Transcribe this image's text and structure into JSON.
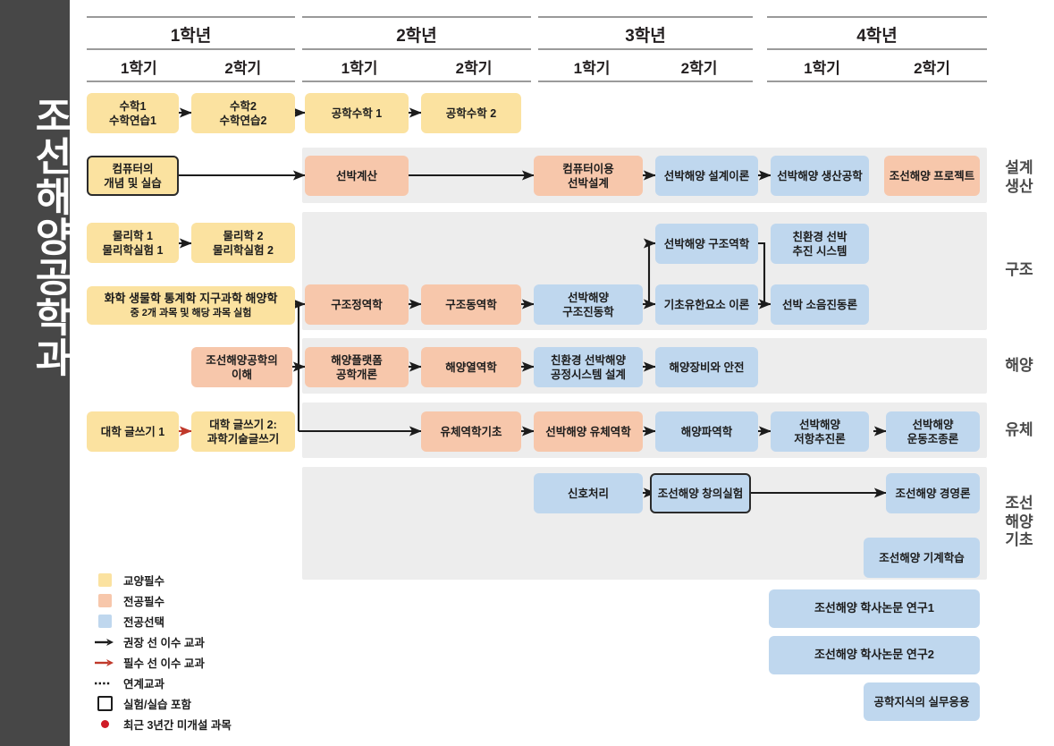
{
  "department": {
    "vertical_title": "조선해양공학과"
  },
  "header": {
    "years": [
      {
        "label": "1학년",
        "semesters": [
          "1학기",
          "2학기"
        ]
      },
      {
        "label": "2학년",
        "semesters": [
          "1학기",
          "2학기"
        ]
      },
      {
        "label": "3학년",
        "semesters": [
          "1학기",
          "2학기"
        ]
      },
      {
        "label": "4학년",
        "semesters": [
          "1학기",
          "2학기"
        ]
      }
    ]
  },
  "tracks": [
    {
      "name": "설계\n생산"
    },
    {
      "name": "구조"
    },
    {
      "name": "해양"
    },
    {
      "name": "유체"
    },
    {
      "name": "조선\n해양\n기초"
    }
  ],
  "courses": {
    "math1": {
      "label": "수학1\n수학연습1",
      "type": "교양필수"
    },
    "math2": {
      "label": "수학2\n수학연습2",
      "type": "교양필수"
    },
    "engmath1": {
      "label": "공학수학 1",
      "type": "교양필수"
    },
    "engmath2": {
      "label": "공학수학 2",
      "type": "교양필수"
    },
    "computer": {
      "label": "컴퓨터의\n개념 및 실습",
      "type": "교양필수",
      "lab": true
    },
    "physics1": {
      "label": "물리학 1\n물리학실험 1",
      "type": "교양필수"
    },
    "physics2": {
      "label": "물리학 2\n물리학실험 2",
      "type": "교양필수"
    },
    "science2of5": {
      "label": "화학 생물학 통계학 지구과학 해양학\n중 2개 과목 및 해당 과목 실험",
      "type": "교양필수"
    },
    "intro": {
      "label": "조선해양공학의\n이해",
      "type": "전공필수"
    },
    "writing1": {
      "label": "대학 글쓰기 1",
      "type": "교양필수"
    },
    "writing2": {
      "label": "대학 글쓰기 2:\n과학기술글쓰기",
      "type": "교양필수"
    },
    "shipcalc": {
      "label": "선박계산",
      "type": "전공필수"
    },
    "cad": {
      "label": "컴퓨터이용\n선박설계",
      "type": "전공필수"
    },
    "designtheory": {
      "label": "선박해양 설계이론",
      "type": "전공선택"
    },
    "production": {
      "label": "선박해양 생산공학",
      "type": "전공선택"
    },
    "project": {
      "label": "조선해양 프로젝트",
      "type": "전공필수"
    },
    "statics": {
      "label": "구조정역학",
      "type": "전공필수"
    },
    "dynamics": {
      "label": "구조동역학",
      "type": "전공필수"
    },
    "structvib": {
      "label": "선박해양\n구조진동학",
      "type": "전공선택"
    },
    "structmech": {
      "label": "선박해양 구조역학",
      "type": "전공선택"
    },
    "fem": {
      "label": "기초유한요소 이론",
      "type": "전공선택"
    },
    "ecopropul": {
      "label": "친환경 선박\n추진 시스템",
      "type": "전공선택"
    },
    "noisevib": {
      "label": "선박 소음진동론",
      "type": "전공선택"
    },
    "platform": {
      "label": "해양플랫폼\n공학개론",
      "type": "전공필수"
    },
    "thermo": {
      "label": "해양열역학",
      "type": "전공필수"
    },
    "ecoprocess": {
      "label": "친환경 선박해양\n공정시스템 설계",
      "type": "전공선택"
    },
    "equipsafety": {
      "label": "해양장비와 안전",
      "type": "전공선택"
    },
    "fluidbasic": {
      "label": "유체역학기초",
      "type": "전공필수"
    },
    "shipfluid": {
      "label": "선박해양 유체역학",
      "type": "전공필수"
    },
    "wavemech": {
      "label": "해양파역학",
      "type": "전공선택"
    },
    "resistance": {
      "label": "선박해양\n저항추진론",
      "type": "전공선택"
    },
    "maneuver": {
      "label": "선박해양\n운동조종론",
      "type": "전공선택"
    },
    "signal": {
      "label": "신호처리",
      "type": "전공선택"
    },
    "creativelab": {
      "label": "조선해양 창의실험",
      "type": "전공선택",
      "lab": true
    },
    "management": {
      "label": "조선해양 경영론",
      "type": "전공선택"
    },
    "ml": {
      "label": "조선해양 기계학습",
      "type": "전공선택"
    },
    "thesis1": {
      "label": "조선해양 학사논문 연구1",
      "type": "전공선택"
    },
    "thesis2": {
      "label": "조선해양 학사논문 연구2",
      "type": "전공선택"
    },
    "practical": {
      "label": "공학지식의 실무응용",
      "type": "전공선택"
    }
  },
  "legend": {
    "items": [
      {
        "key": "swatch-ge",
        "label": "교양필수"
      },
      {
        "key": "swatch-major",
        "label": "전공필수"
      },
      {
        "key": "swatch-elective",
        "label": "전공선택"
      },
      {
        "key": "arrow-black",
        "label": "권장 선 이수 교과"
      },
      {
        "key": "arrow-red",
        "label": "필수 선 이수 교과"
      },
      {
        "key": "dotted-line",
        "label": "연계교과"
      },
      {
        "key": "open-box",
        "label": "실험/실습 포함"
      },
      {
        "key": "red-dot",
        "label": "최근 3년간 미개설 과목"
      }
    ]
  },
  "colors": {
    "ge": "#fbe2a0",
    "major": "#f7c7ab",
    "elective": "#bfd7ee",
    "band": "#ededed",
    "sidebar": "#474747",
    "arrow": "#1c1c1c",
    "arrow_required": "#c0392b"
  }
}
